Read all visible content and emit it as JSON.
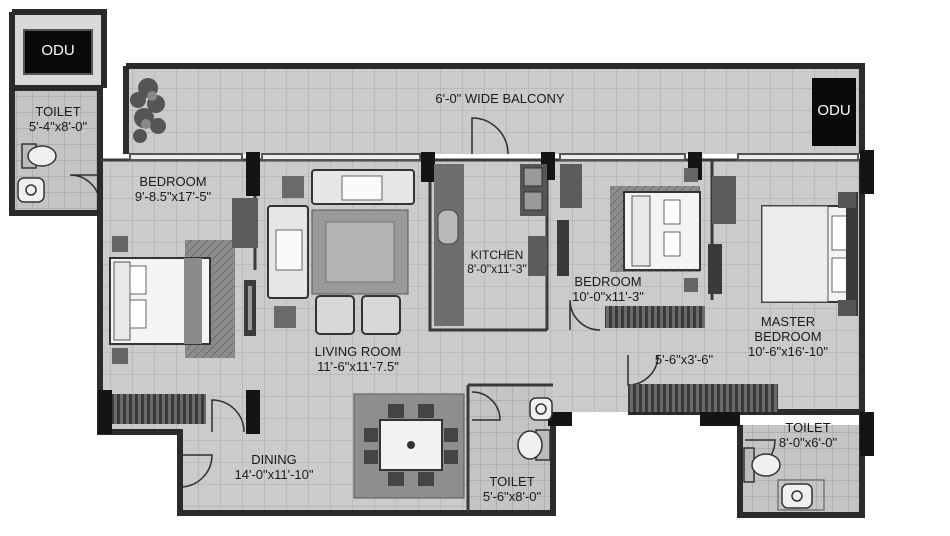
{
  "odu_units": [
    "ODU",
    "ODU"
  ],
  "rooms": {
    "balcony": {
      "name": "6'-0\" WIDE BALCONY",
      "size": ""
    },
    "toilet_top": {
      "name": "TOILET",
      "size": "5'-4\"x8'-0\""
    },
    "bedroom_left": {
      "name": "BEDROOM",
      "size": "9'-8.5\"x17'-5\""
    },
    "kitchen": {
      "name": "KITCHEN",
      "size": "8'-0\"x11'-3\""
    },
    "bedroom_mid": {
      "name": "BEDROOM",
      "size": "10'-0\"x11'-3\""
    },
    "living": {
      "name": "LIVING ROOM",
      "size": "11'-6\"x11'-7.5\""
    },
    "passage": {
      "name": "",
      "size": "5'-6\"x3'-6\""
    },
    "master": {
      "name": "MASTER",
      "name2": "BEDROOM",
      "size": "10'-6\"x16'-10\""
    },
    "dining": {
      "name": "DINING",
      "size": "14'-0\"x11'-10\""
    },
    "toilet_bottom": {
      "name": "TOILET",
      "size": "5'-6\"x8'-0\""
    },
    "toilet_master": {
      "name": "TOILET",
      "size": "8'-0\"x6'-0\""
    }
  },
  "colors": {
    "wall": "#2b2b2b",
    "floor": "#c9c9c9",
    "grid": "#a9a9a9",
    "furniture": "#8a8a8a",
    "odu": "#0a0a0a"
  }
}
